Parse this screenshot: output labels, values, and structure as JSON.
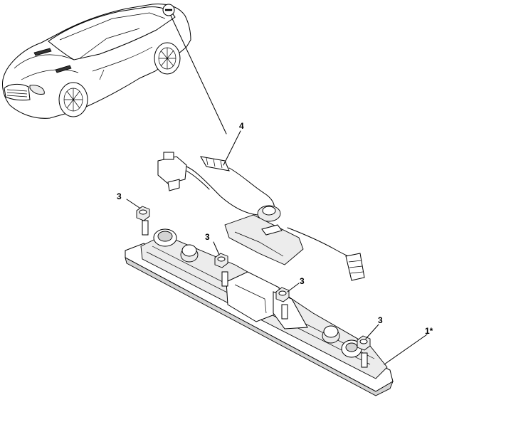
{
  "callouts": {
    "wiring_harness": "4",
    "nut_upper_left": "3",
    "nut_center": "3",
    "nut_right": "3",
    "nut_lower_right": "3",
    "lamp_assembly": "1*"
  }
}
